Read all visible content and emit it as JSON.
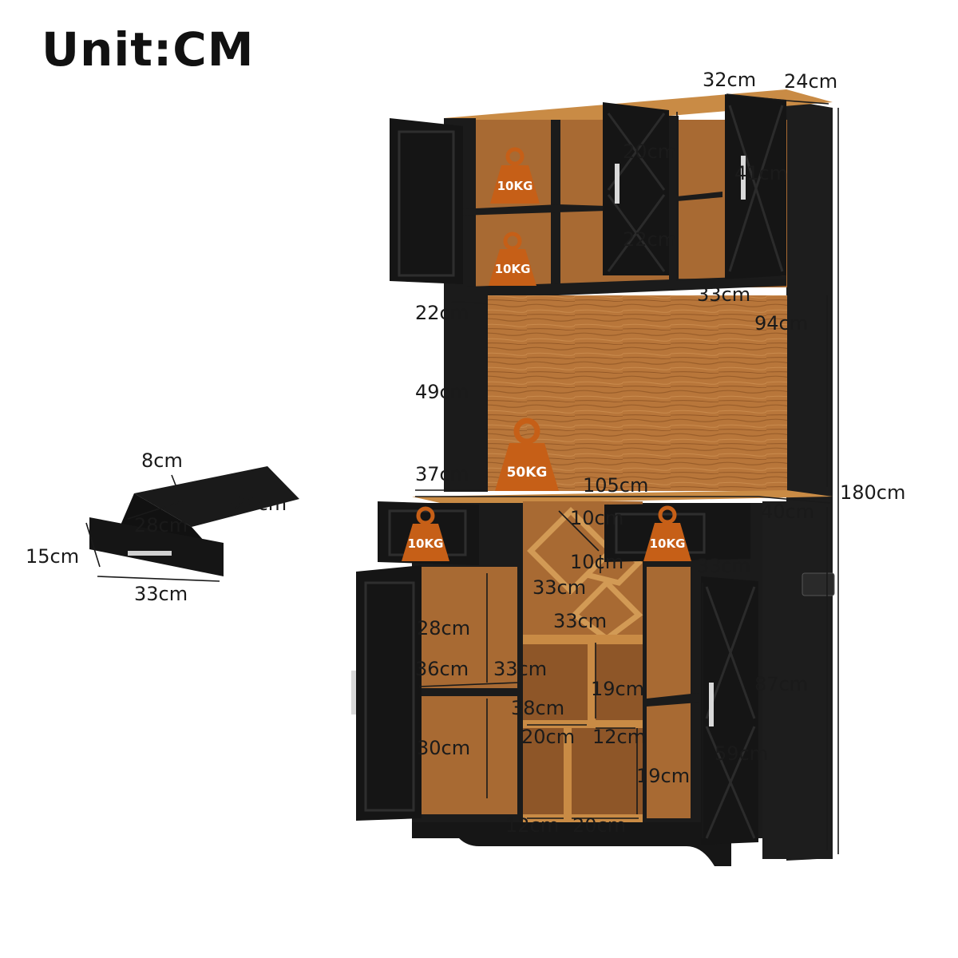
{
  "title": "Unit:CM",
  "colors": {
    "black": "#1c1c1c",
    "wood": "#b9773a",
    "wood_dark": "#8a5526",
    "weight": "#c65f17"
  },
  "dimensions": {
    "top_depth_32": "32cm",
    "top_depth_24": "24cm",
    "upper_shelf_20": "20cm",
    "upper_door_41": "41cm",
    "upper_shelf_22": "22cm",
    "upper_width_33": "33cm",
    "hutch_depth_22": "22cm",
    "hutch_height_94": "94cm",
    "hutch_side_49": "49cm",
    "hutch_side_37": "37cm",
    "counter_width_105": "105cm",
    "total_height_180": "180cm",
    "counter_depth_40": "40cm",
    "wine_10a": "10cm",
    "wine_10b": "10cm",
    "drawer_right_33": "33cm",
    "wine_33a": "33cm",
    "wine_33b": "33cm",
    "lower_left_28": "28cm",
    "lower_left_36": "36cm",
    "lower_left_33": "33cm",
    "cubby_19a": "19cm",
    "cubby_38": "38cm",
    "lower_height_87": "87cm",
    "cubby_20a": "20cm",
    "cubby_12a": "12cm",
    "lower_left_30": "30cm",
    "lower_door_59": "59cm",
    "cubby_19b": "19cm",
    "cubby_12b": "12cm",
    "cubby_20b": "20cm"
  },
  "drawer": {
    "height_8": "8cm",
    "depth_29": "29cm",
    "inner_28": "28cm",
    "front_15": "15cm",
    "width_33": "33cm"
  },
  "weights": {
    "upper_top": "10KG",
    "upper_bottom": "10KG",
    "counter": "50KG",
    "drawer_left": "10KG",
    "drawer_right": "10KG"
  }
}
